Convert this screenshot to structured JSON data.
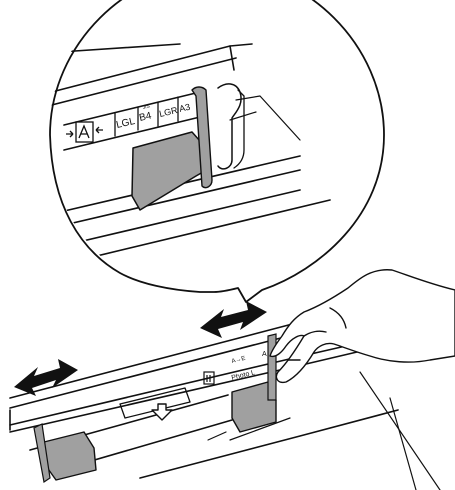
{
  "illustration": {
    "zoom_labels": {
      "lgl": "LGL",
      "jis": "JIS",
      "b4": "B4",
      "lgr": "LGR",
      "a3": "A3"
    },
    "tray_labels": {
      "mark1": "A→E",
      "mark2": "Photo L",
      "a_mark": "A"
    },
    "colors": {
      "line": "#111111",
      "guide_fill": "#a0a0a0",
      "background": "#ffffff"
    },
    "icons": [
      "double-arrow-icon",
      "double-arrow-icon",
      "down-arrow-icon",
      "paper-size-mark-icon",
      "paper-size-mark-icon"
    ]
  }
}
